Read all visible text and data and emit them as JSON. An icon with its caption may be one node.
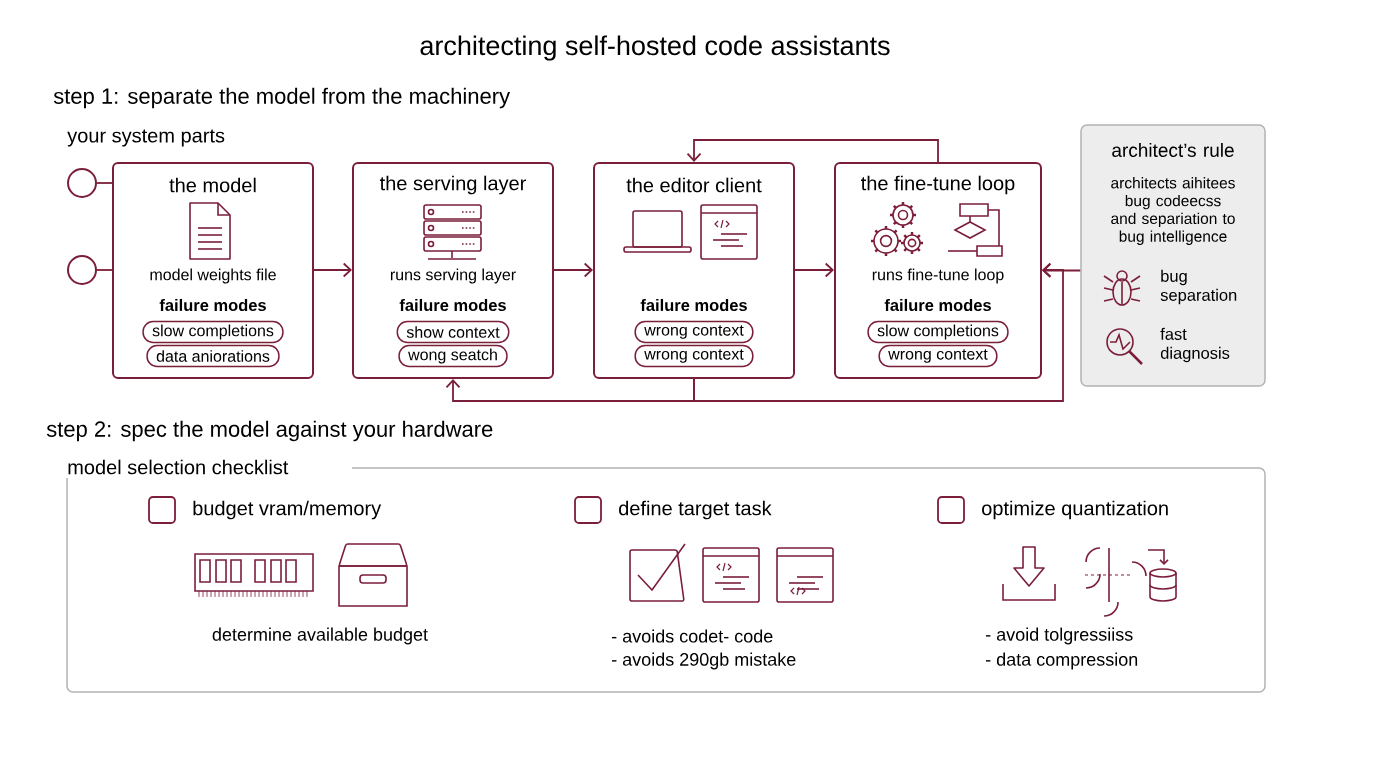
{
  "diagram": {
    "title": "architecting self-hosted code assistants",
    "nodes": [
      {
        "text": [],
        "shape": "circle"
      },
      {
        "text": [],
        "shape": "circle"
      },
      {
        "text": [
          "the model",
          "model weights file",
          "failure modes"
        ]
      },
      {
        "text": [
          "slow completions"
        ],
        "in": 2
      },
      {
        "text": [
          "data aniorations"
        ],
        "in": 2
      },
      {
        "text": [
          "the serving layer",
          "runs serving layer",
          "failure modes"
        ]
      },
      {
        "text": [
          "show context"
        ],
        "in": 5
      },
      {
        "text": [
          "wong seatch"
        ],
        "in": 5
      },
      {
        "text": [
          "the editor client",
          "failure modes"
        ]
      },
      {
        "text": [
          "wrong context"
        ],
        "in": 8
      },
      {
        "text": [
          "wrong context"
        ],
        "in": 8
      },
      {
        "text": [
          "the fine-tune loop",
          "runs fine-tune loop",
          "failure modes"
        ]
      },
      {
        "text": [
          "slow completions"
        ],
        "in": 11
      },
      {
        "text": [
          "wrong context"
        ],
        "in": 11
      },
      {
        "text": [
          "architect’s rule",
          "architects aihitees bug codeecss and separiation to bug intelligence",
          "bug separation",
          "fast diagnosis"
        ]
      },
      {
        "text": [
          "model selection checklist",
          "budget vram/memory",
          "define target task",
          "optimize quantization",
          "determine available budget",
          "- avoids codet- code",
          "- avoids 290gb mistake",
          "- avoid tolgressiiss",
          "- data compression"
        ]
      }
    ],
    "edges": [
      {
        "from": 0,
        "to": 2,
        "arrow": "none"
      },
      {
        "from": 1,
        "to": 2,
        "arrow": "none"
      },
      {
        "from": 2,
        "to": 5,
        "arrow": "to"
      },
      {
        "from": 5,
        "to": 8,
        "arrow": "to"
      },
      {
        "from": 8,
        "to": 11,
        "arrow": "to"
      },
      {
        "from": 11,
        "to": 8,
        "arrow": "to"
      },
      {
        "from": 8,
        "to": 5,
        "arrow": "to"
      },
      {
        "from": 8,
        "to": 11,
        "arrow": "to"
      },
      {
        "from": 14,
        "to": 11,
        "arrow": "to"
      }
    ],
    "labels": [
      "step 1: separate the model from the machinery",
      "your system parts",
      "step 2: spec the model against your hardware"
    ]
  }
}
